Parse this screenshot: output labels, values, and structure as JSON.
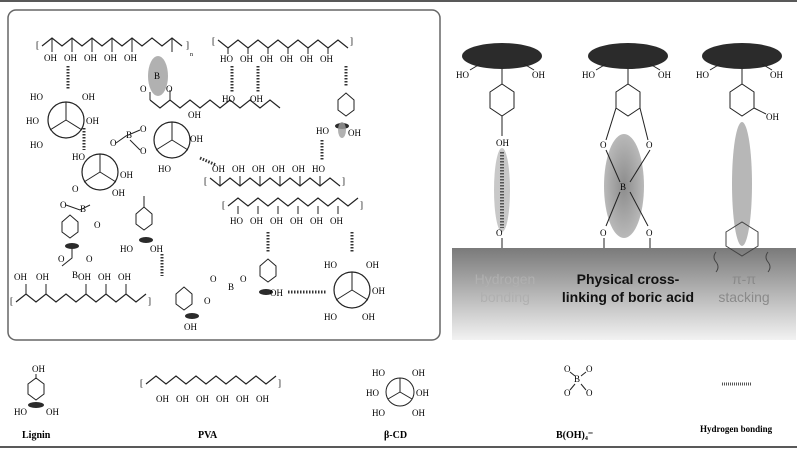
{
  "right_panel": {
    "mechanisms": [
      {
        "line1": "Hydrogen",
        "line2": "bonding",
        "color": "#b0b0b0",
        "bold": false
      },
      {
        "line1": "Physical cross-",
        "line2": "linking of boric acid",
        "color": "#111111",
        "bold": true
      },
      {
        "line1": "π-π",
        "line2": "stacking",
        "color": "#8a8a8a",
        "bold": false
      }
    ],
    "ho_label": "HO",
    "oh_label": "OH",
    "o_label": "O",
    "b_label": "B"
  },
  "left_panel": {
    "oh": "OH",
    "ho": "HO",
    "o": "O",
    "b": "B",
    "n": "n"
  },
  "legend": [
    {
      "name": "lignin",
      "label": "Lignin"
    },
    {
      "name": "pva",
      "label": "PVA"
    },
    {
      "name": "beta-cd",
      "label": "β-CD"
    },
    {
      "name": "borate",
      "label": "B(OH)₄⁻"
    },
    {
      "name": "hbond",
      "label": "Hydrogen bonding"
    }
  ],
  "colors": {
    "frame": "#666666",
    "ellipse_gray": "#9e9e9e",
    "disc_dark": "#2b2b2b",
    "surface_top": "#7a7a7a",
    "surface_bottom": "#f2f2f2"
  }
}
